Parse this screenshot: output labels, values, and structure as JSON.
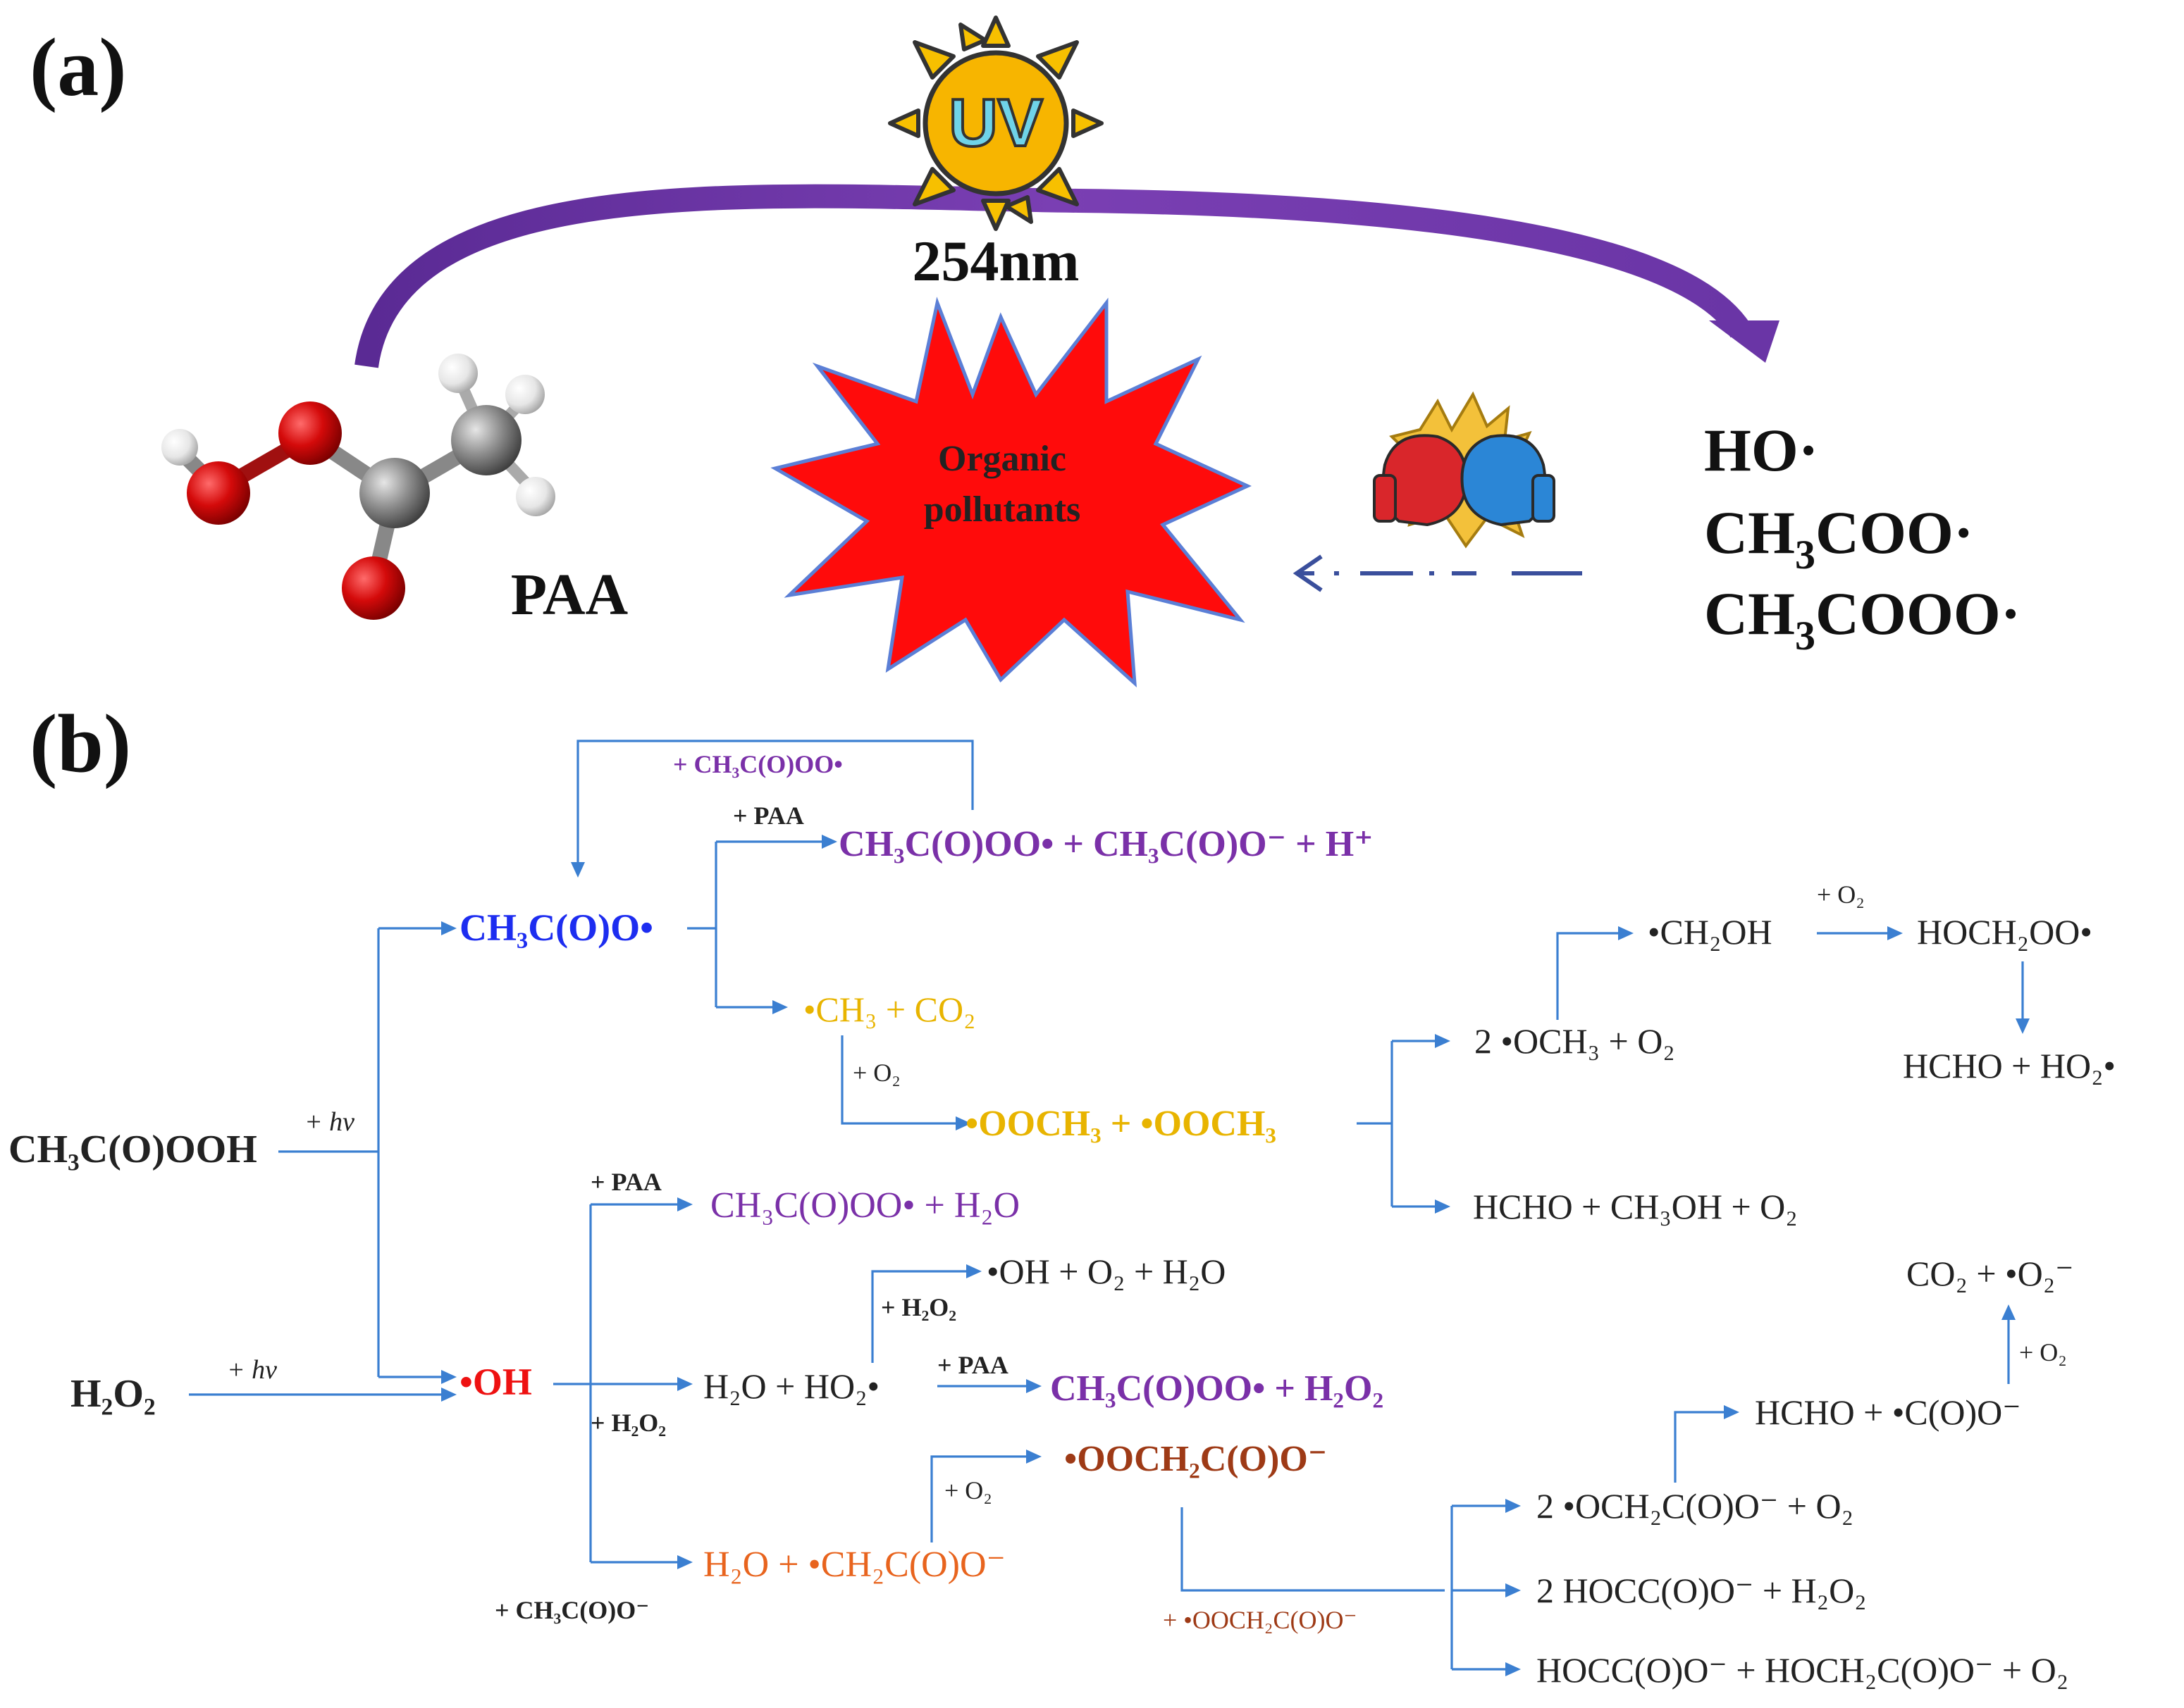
{
  "colors": {
    "arrow_blue": "#3b7fd1",
    "purple_arc": "#6a35a6",
    "blue": "#1d2df0",
    "purple": "#7a30a8",
    "gold": "#e8b400",
    "red": "#ee1111",
    "green": "#0aa64c",
    "orange": "#e8641e",
    "brown": "#9e3a16",
    "dark": "#222222",
    "burst_red": "#ff0b0b",
    "burst_outline": "#5b7fd6"
  },
  "panel_a": {
    "label": "(a)",
    "uv_text": "UV",
    "wavelength": "254nm",
    "paa_label": "PAA",
    "burst_text_line1": "Organic",
    "burst_text_line2": "pollutants",
    "radicals": {
      "r1": "HO·",
      "r2_a": "CH",
      "r2_sub": "3",
      "r2_b": "COO·",
      "r3_a": "CH",
      "r3_sub": "3",
      "r3_b": "COOO·"
    },
    "icons": [
      "sun-icon",
      "molecule-icon",
      "boxing-gloves-icon"
    ]
  },
  "panel_b": {
    "label": "(b)",
    "start_paa": "CH₃C(O)OOH",
    "start_h2o2": "H₂O₂",
    "hv": "+ hv",
    "hv_2": "+ hv",
    "plus_ch3coooo": "+ CH₃C(O)OO•",
    "plus_paa_top": "+ PAA",
    "plus_paa_mid": "+ PAA",
    "plus_paa_ho2": "+ PAA",
    "plus_h2o2_a": "+ H₂O₂",
    "plus_h2o2_b": "+ H₂O₂",
    "plus_ch3coo_minus": "+ CH₃C(O)O⁻",
    "plus_o2_1": "+ O₂",
    "plus_o2_2": "+ O₂",
    "plus_o2_3": "+ O₂",
    "plus_o2_4": "+ O₂",
    "plus_ooch2": "+ •OOCH₂C(O)O⁻",
    "ch3coo_radical": "CH₃C(O)O•",
    "oh_radical": "•OH",
    "prod_top": "CH₃C(O)OO• + CH₃C(O)O⁻ + H⁺",
    "ch3_co2": "•CH₃ + CO₂",
    "ooch3_pair": "•OOCH₃ + •OOCH₃",
    "och3_o2": "2 •OCH₃ + O₂",
    "ch2oh": "•CH₂OH",
    "hoch2oo": "HOCH₂OO•",
    "hcho_ho2": "HCHO + HO₂•",
    "hcho_ch3oh": "HCHO + CH₃OH + O₂",
    "paa_oo_h2o": "CH₃C(O)OO• + H₂O",
    "oh_o2_h2o": "•OH + O₂ + H₂O",
    "h2o_ho2": "H₂O + HO₂•",
    "paa_oo_h2o2": "CH₃C(O)OO• + H₂O₂",
    "ooch2coo": "•OOCH₂C(O)O⁻",
    "h2o_ch2coo": "H₂O + •CH₂C(O)O⁻",
    "co2_o2": "CO₂ + •O₂⁻",
    "hcho_co": "HCHO + •C(O)O⁻",
    "och2coo": "2 •OCH₂C(O)O⁻ + O₂",
    "hocc_h2o2": "2 HOCC(O)O⁻ + H₂O₂",
    "hocc_hoch2": "HOCC(O)O⁻ + HOCH₂C(O)O⁻ + O₂"
  }
}
